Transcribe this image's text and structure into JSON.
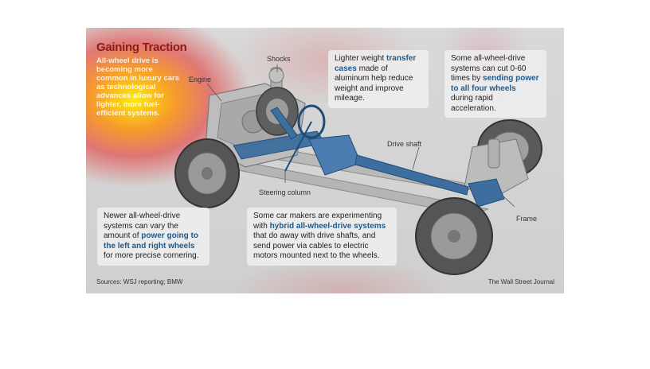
{
  "graphic": {
    "title": "Gaining Traction",
    "intro": "All-wheel drive is becoming more common in luxury cars as technological advances allow for lighter, more fuel-efficient systems.",
    "labels": {
      "shocks": "Shocks",
      "engine": "Engine",
      "drive_shaft": "Drive shaft",
      "steering_column": "Steering column",
      "frame": "Frame"
    },
    "callouts": {
      "transfer_cases": {
        "before": "Lighter weight ",
        "highlight": "transfer cases",
        "after": " made of aluminum help reduce weight and improve mileage."
      },
      "power_four_wheels": {
        "before": "Some all-wheel-drive systems can cut 0-60 times by ",
        "highlight": "sending power to all four wheels",
        "after": " during rapid acceleration."
      },
      "left_right": {
        "before": "Newer all-wheel-drive systems can vary the amount of ",
        "highlight": "power going to the left and right wheels",
        "after": " for more precise cornering."
      },
      "hybrid": {
        "before": "Some car makers are experimenting with ",
        "highlight": "hybrid all-wheel-drive systems",
        "after": " that do away with drive shafts, and send power via cables to electric motors mounted next to the wheels."
      }
    },
    "sources": "Sources: WSJ reporting; BMW",
    "credit": "The Wall Street Journal",
    "colors": {
      "title": "#8a1c1c",
      "highlight": "#1f5a8c",
      "drivetrain": "#3d6e9e"
    }
  }
}
